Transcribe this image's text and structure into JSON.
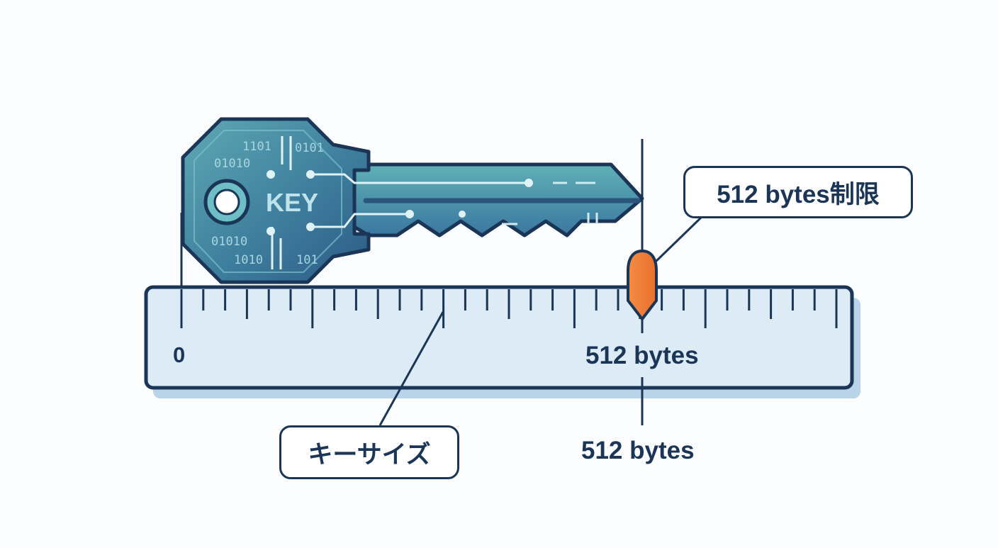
{
  "key": {
    "label": "KEY",
    "binary_rows": [
      "1101",
      "01010",
      "0101",
      "01010",
      "1010",
      "101"
    ]
  },
  "ruler": {
    "start_label": "0",
    "limit_label": "512 bytes"
  },
  "callouts": {
    "limit": "512 bytes制限",
    "key_size": "キーサイズ"
  },
  "limit_line_label": "512 bytes",
  "colors": {
    "outline": "#1b3557",
    "key_teal": "#4e97a5",
    "key_dark": "#2e5f86",
    "ruler_fill": "#dcebf5",
    "marker": "#f07d3b"
  }
}
